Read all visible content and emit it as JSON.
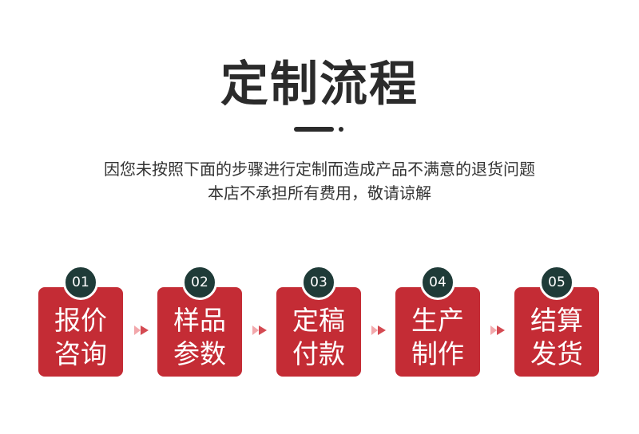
{
  "title": "定制流程",
  "description": {
    "line1": "因您未按照下面的步骤进行定制而造成产品不满意的退货问题",
    "line2": "本店不承担所有费用，敬请谅解"
  },
  "steps": [
    {
      "number": "01",
      "line1": "报价",
      "line2": "咨询"
    },
    {
      "number": "02",
      "line1": "样品",
      "line2": "参数"
    },
    {
      "number": "03",
      "line1": "定稿",
      "line2": "付款"
    },
    {
      "number": "04",
      "line1": "生产",
      "line2": "制作"
    },
    {
      "number": "05",
      "line1": "结算",
      "line2": "发货"
    }
  ],
  "colors": {
    "card": "#c42c35",
    "badge": "#1f3b38",
    "arrow": "#d44a52",
    "title": "#2b2b2b"
  },
  "icons": {
    "arrow": "double-chevron-right-icon"
  }
}
